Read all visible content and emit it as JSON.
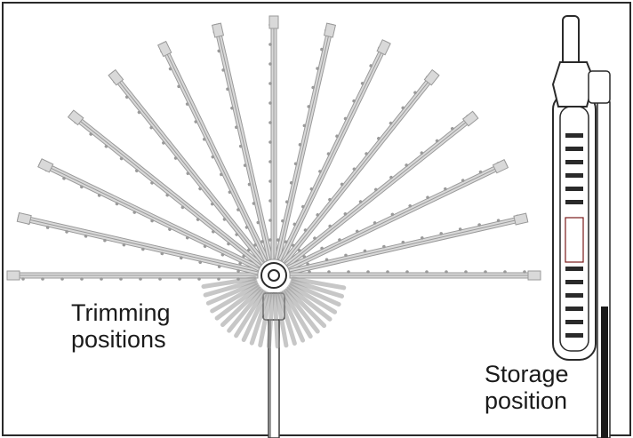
{
  "labels": {
    "trimming_line1": "Trimming",
    "trimming_line2": "positions",
    "storage_line1": "Storage",
    "storage_line2": "position"
  },
  "illustration": {
    "trimming_position_count": 15,
    "colors": {
      "outline": "#3a3a3a",
      "blade": "#9a9a9a",
      "blade_fill": "#d9d9d9",
      "frame": "#2a2a2a"
    }
  }
}
